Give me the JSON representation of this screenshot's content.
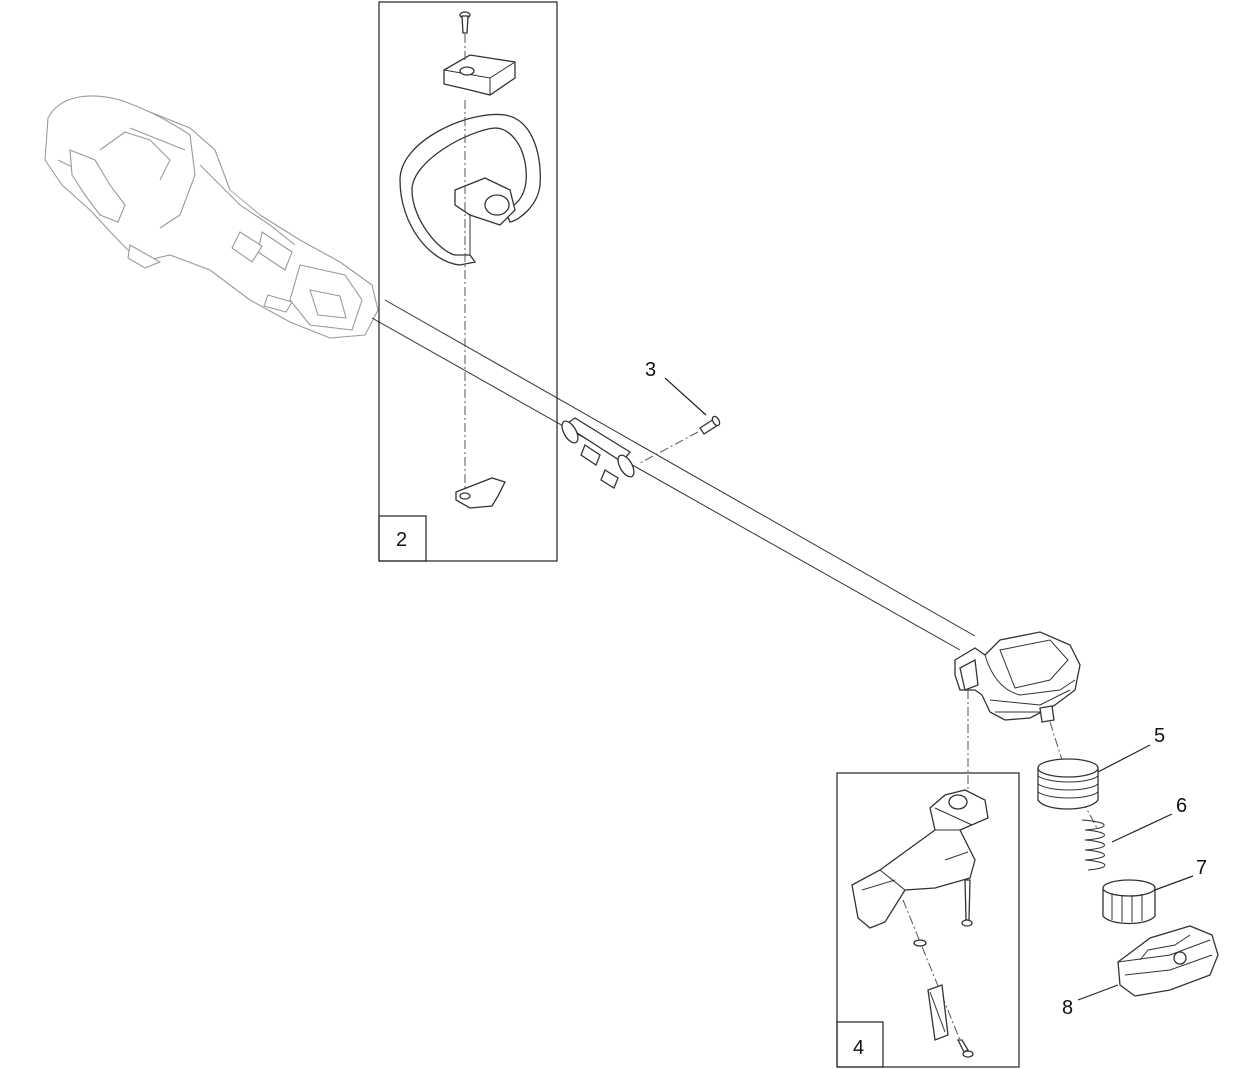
{
  "diagram": {
    "callouts": {
      "c2": "2",
      "c3": "3",
      "c4": "4",
      "c5": "5",
      "c6": "6",
      "c7": "7",
      "c8": "8"
    },
    "colors": {
      "line": "#333333",
      "ghost": "#9a9a9a",
      "background": "#ffffff"
    }
  }
}
